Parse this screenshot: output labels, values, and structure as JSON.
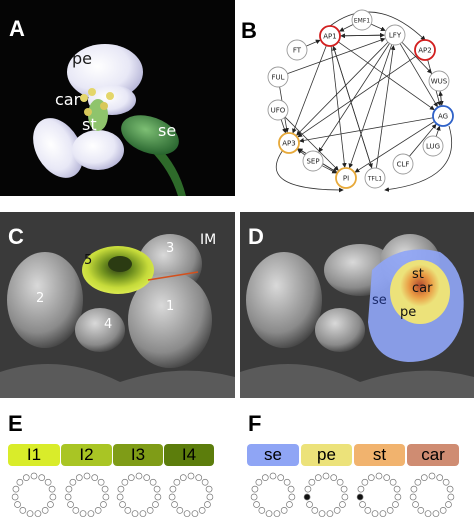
{
  "panels": {
    "A": {
      "label": "A",
      "flower_labels": {
        "pe": "pe",
        "car": "car",
        "st": "st",
        "se": "se"
      }
    },
    "B": {
      "label": "B",
      "nodes": [
        {
          "id": "AP1",
          "ring": "red"
        },
        {
          "id": "EMF1",
          "ring": "gray"
        },
        {
          "id": "LFY",
          "ring": "gray"
        },
        {
          "id": "FT",
          "ring": "gray"
        },
        {
          "id": "AP2",
          "ring": "red"
        },
        {
          "id": "FUL",
          "ring": "gray"
        },
        {
          "id": "WUS",
          "ring": "gray"
        },
        {
          "id": "UFO",
          "ring": "gray"
        },
        {
          "id": "AG",
          "ring": "blue"
        },
        {
          "id": "AP3",
          "ring": "orange"
        },
        {
          "id": "LUG",
          "ring": "gray"
        },
        {
          "id": "SEP",
          "ring": "gray"
        },
        {
          "id": "PI",
          "ring": "orange"
        },
        {
          "id": "TFL1",
          "ring": "gray"
        },
        {
          "id": "CLF",
          "ring": "gray"
        }
      ]
    },
    "C": {
      "label": "C",
      "primordia": [
        "1",
        "2",
        "3",
        "4",
        "5"
      ],
      "im_label": "IM"
    },
    "D": {
      "label": "D",
      "region_labels": {
        "se": "se",
        "st": "st",
        "car": "car",
        "pe": "pe"
      }
    },
    "E": {
      "label": "E",
      "bars": [
        {
          "text": "I1",
          "color": "#d9ec2a"
        },
        {
          "text": "I2",
          "color": "#a9c524"
        },
        {
          "text": "I3",
          "color": "#7f9c17"
        },
        {
          "text": "I4",
          "color": "#5c7d0c"
        }
      ],
      "rings_active_nodes": [
        [],
        [],
        [],
        []
      ]
    },
    "F": {
      "label": "F",
      "bars": [
        {
          "text": "se",
          "color": "#8fa5f5"
        },
        {
          "text": "pe",
          "color": "#ece27a"
        },
        {
          "text": "st",
          "color": "#f1b36e"
        },
        {
          "text": "car",
          "color": "#cf8c72"
        }
      ],
      "rings_active_nodes": [
        [],
        [
          11
        ],
        [
          11
        ],
        []
      ]
    }
  },
  "colors": {
    "ring_red": "#d21f1f",
    "ring_blue": "#2f62c8",
    "ring_orange": "#e7a93a",
    "ring_gray": "#9a9a9a"
  }
}
